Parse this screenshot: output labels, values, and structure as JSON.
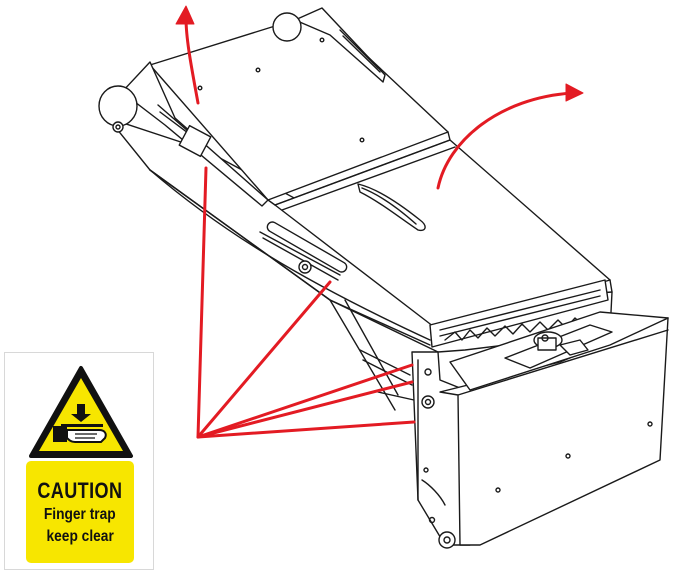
{
  "colors": {
    "arrow": "#e31b23",
    "line": "#1a1a1a",
    "sign_yellow": "#f7e600",
    "sign_black": "#111111"
  },
  "sign": {
    "symbol": "hand-crush-warning-icon",
    "caution": "CAUTION",
    "line1": "Finger trap",
    "line2": "keep clear"
  },
  "arrows": {
    "lift_arrows": 2,
    "pointer_lines": 5
  }
}
